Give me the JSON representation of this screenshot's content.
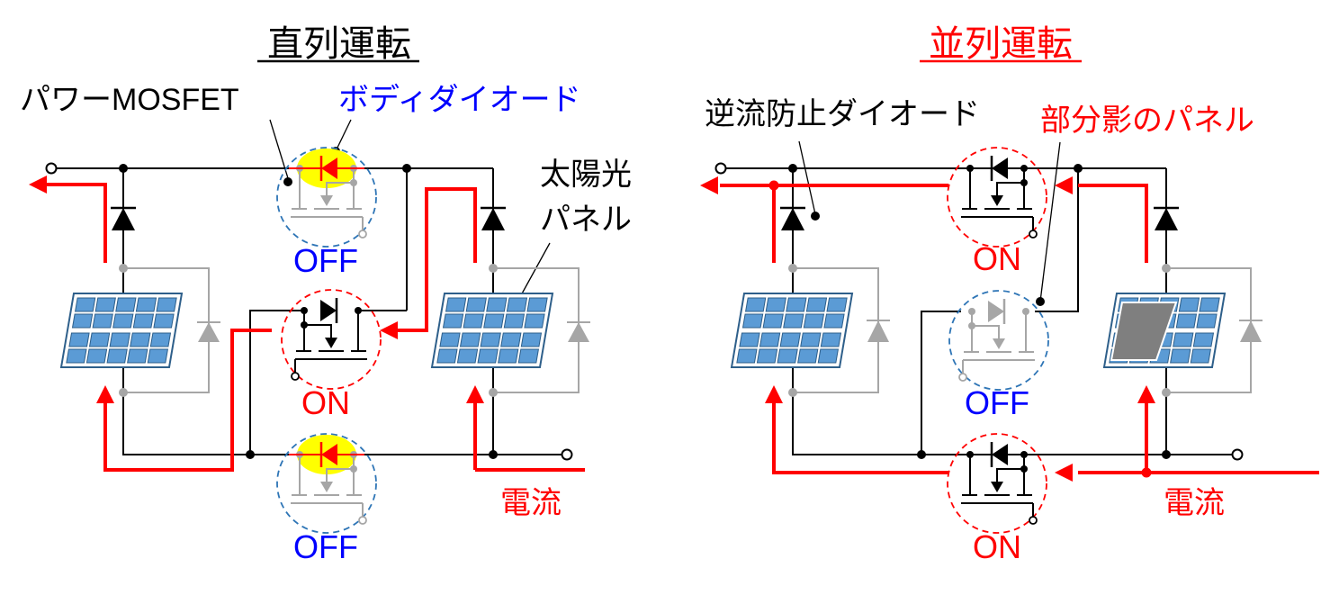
{
  "colors": {
    "wire": "#000000",
    "inactive": "#a6a6a6",
    "current": "#ff0000",
    "off_state": "#0000ff",
    "on_state": "#ff0000",
    "off_ring": "#2e75b6",
    "on_ring": "#ff0000",
    "highlight": "#ffff00",
    "panel_frame": "#2e5f8a",
    "panel_cell": "#5b9bd5",
    "shade": "#7f7f7f"
  },
  "series_panel": {
    "title": "直列運転",
    "labels": {
      "mosfet": "パワーMOSFET",
      "body_diode": "ボディダイオード",
      "solar_panel_line1": "太陽光",
      "solar_panel_line2": "パネル",
      "current": "電流"
    },
    "switches": [
      {
        "id": "top",
        "state": "OFF",
        "body_diode_conducting": true
      },
      {
        "id": "middle",
        "state": "ON",
        "body_diode_conducting": false
      },
      {
        "id": "bottom",
        "state": "OFF",
        "body_diode_conducting": true
      }
    ]
  },
  "parallel_panel": {
    "title": "並列運転",
    "labels": {
      "blocking_diode": "逆流防止ダイオード",
      "shaded_panel": "部分影のパネル",
      "current": "電流"
    },
    "switches": [
      {
        "id": "top",
        "state": "ON"
      },
      {
        "id": "middle",
        "state": "OFF"
      },
      {
        "id": "bottom",
        "state": "ON"
      }
    ]
  }
}
